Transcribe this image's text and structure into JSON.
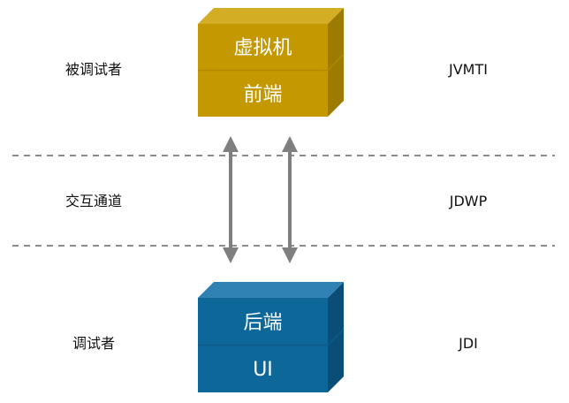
{
  "diagram": {
    "colors": {
      "jvm_front": "#C49800",
      "jvm_top": "#D3AD24",
      "jvm_side": "#9D7A00",
      "jvm_divider": "#B08900",
      "client_front": "#0E6799",
      "client_top": "#2F82B3",
      "client_side": "#0A4E78",
      "client_divider": "#0B5A8A",
      "arrow": "#7F7F7F",
      "dashed_line": "#8C8C8C"
    },
    "left_labels": {
      "debuggee": "被调试者",
      "channel": "交互通道",
      "debugger": "调试者"
    },
    "right_labels": {
      "debuggee_interface": "JVMTI",
      "channel_protocol": "JDWP",
      "debugger_interface": "JDI"
    },
    "jvm_block": {
      "top_label": "虚拟机",
      "bottom_label": "前端"
    },
    "client_block": {
      "top_label": "后端",
      "bottom_label": "UI"
    }
  }
}
